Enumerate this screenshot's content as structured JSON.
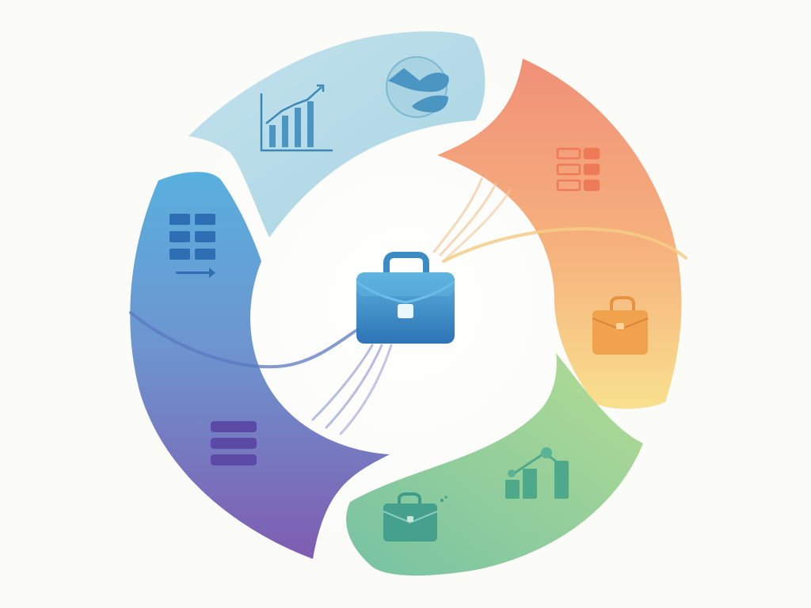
{
  "diagram": {
    "type": "cycle",
    "segments": [
      {
        "id": "analytics",
        "color_start": "#b9dde9",
        "color_end": "#a6d3e3",
        "icons": [
          "bar-chart-trend-icon",
          "pie-chart-icon"
        ]
      },
      {
        "id": "planning",
        "color_start": "#f29c80",
        "color_end": "#f7d98c",
        "icons": [
          "grid-table-icon",
          "briefcase-icon"
        ]
      },
      {
        "id": "growth",
        "color_start": "#a9d895",
        "color_end": "#7fc7a0",
        "icons": [
          "bar-chart-icon",
          "briefcase-icon"
        ]
      },
      {
        "id": "operations",
        "color_start": "#5aaedb",
        "color_end": "#7e5fb2",
        "icons": [
          "grid-table-icon",
          "list-stack-icon"
        ]
      }
    ],
    "center": {
      "icon": "briefcase-icon",
      "color_top": "#53a8d8",
      "color_bottom": "#2e78b8"
    }
  }
}
